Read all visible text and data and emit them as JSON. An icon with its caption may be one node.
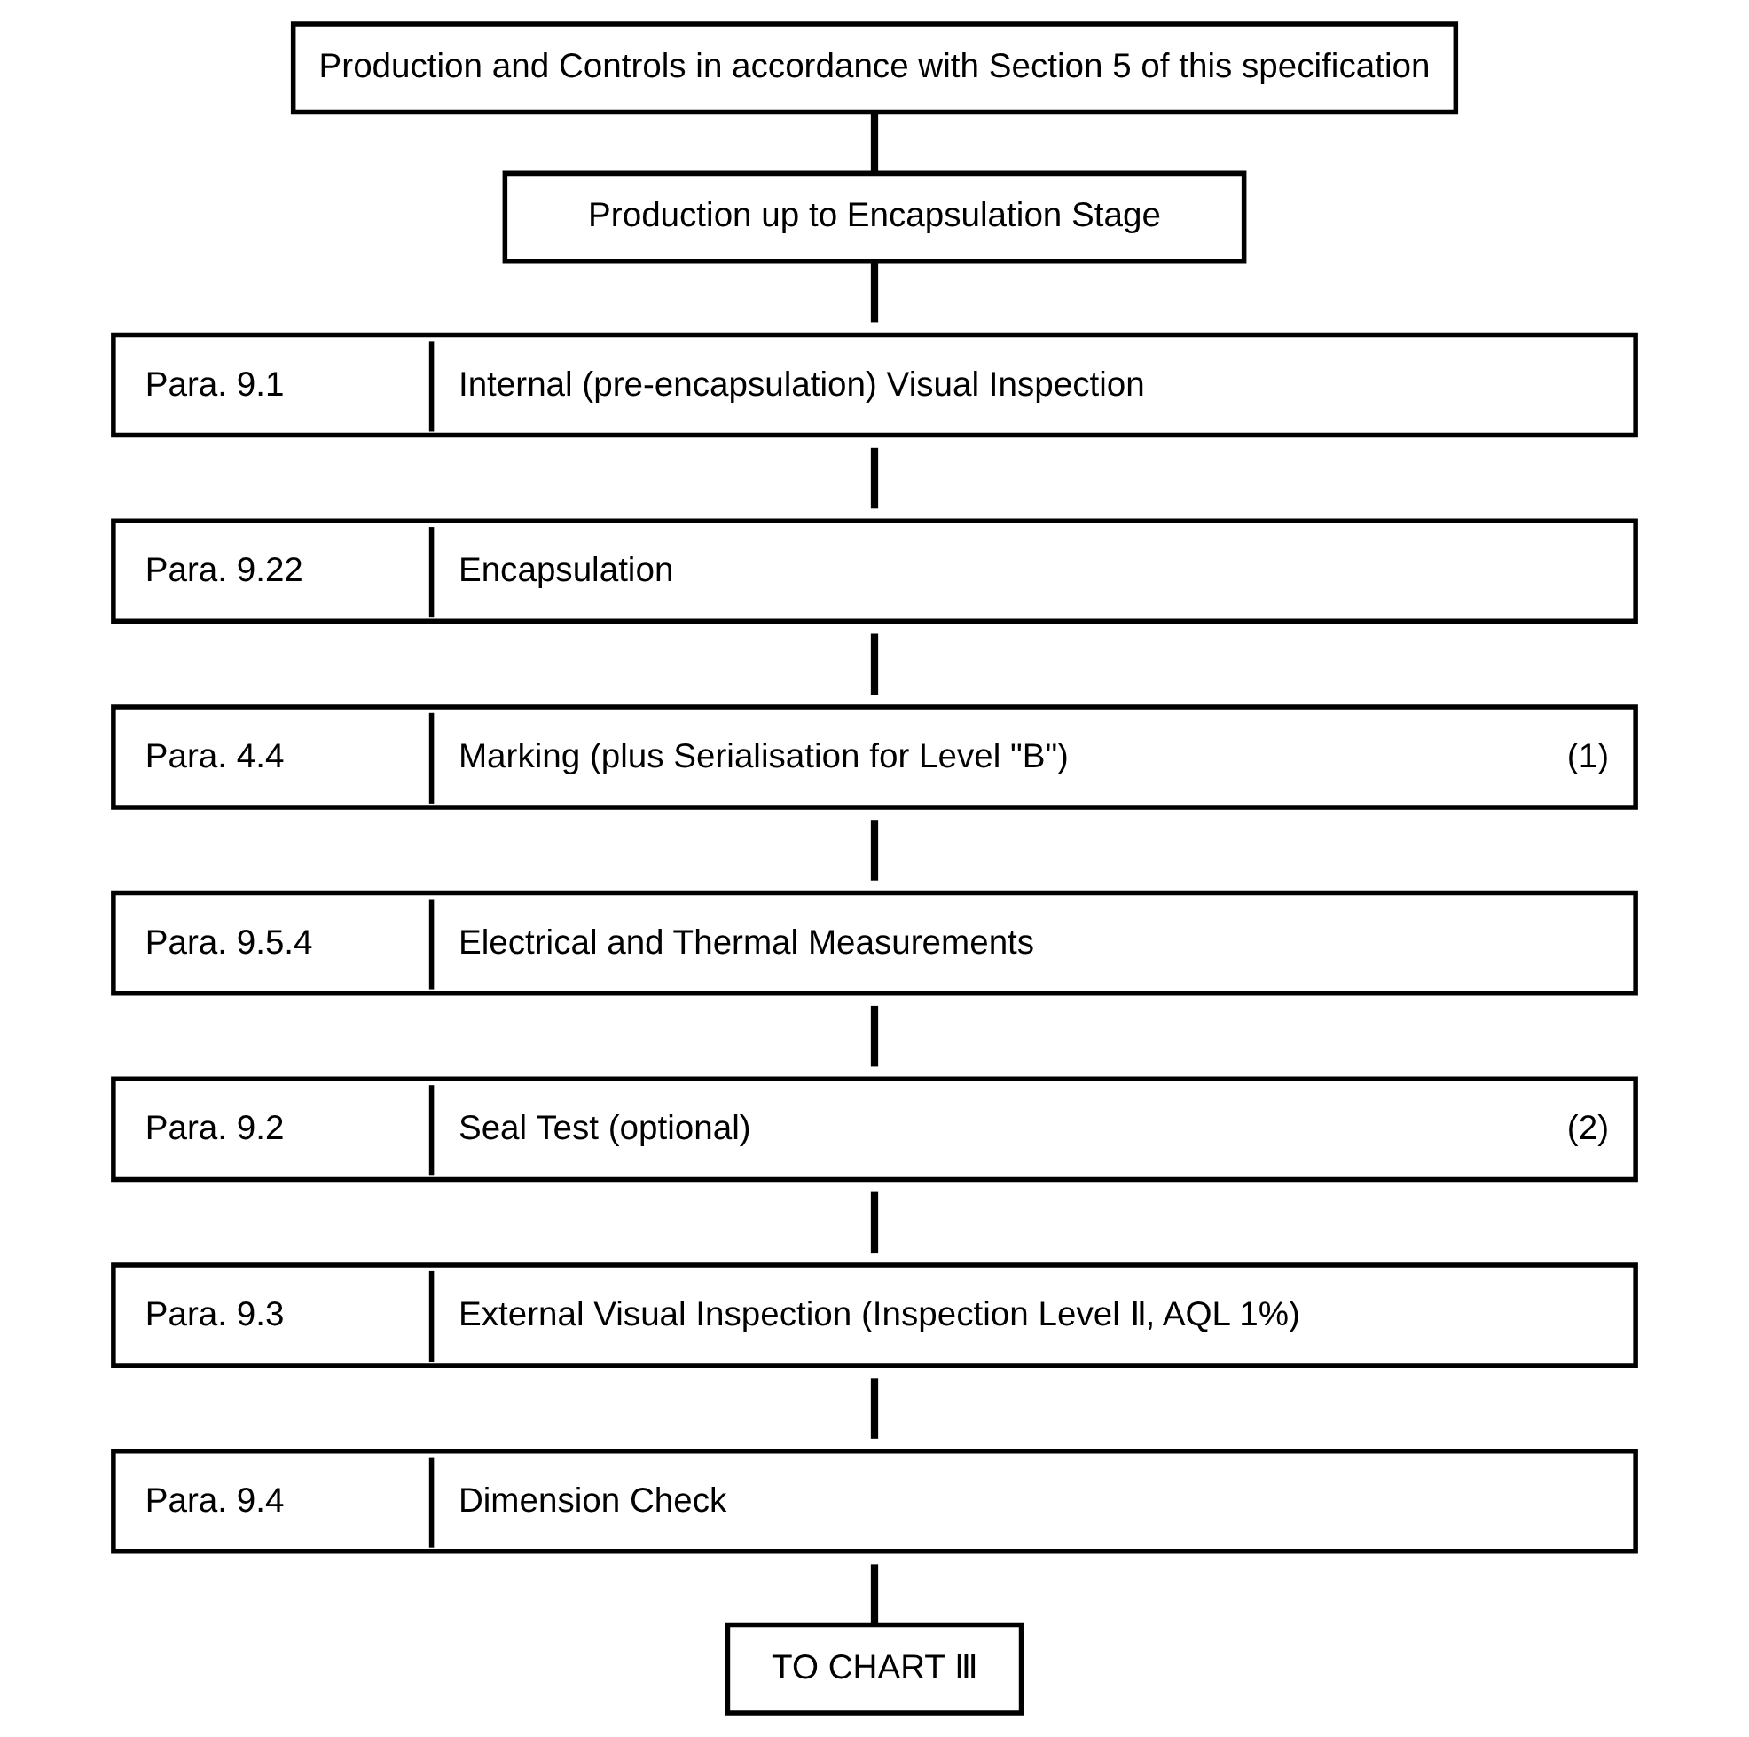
{
  "diagram": {
    "nodes": [
      {
        "text": [
          "Production and Controls in accordance with Section 5 of this specification"
        ]
      },
      {
        "text": [
          "Production up to Encapsulation Stage"
        ]
      },
      {
        "text": [
          "Para. 9.1",
          "Internal (pre-encapsulation) Visual Inspection"
        ]
      },
      {
        "text": [
          "Para. 9.22",
          "Encapsulation"
        ]
      },
      {
        "text": [
          "Para. 4.4",
          "Marking (plus Serialisation for Level \"B\")",
          "(1)"
        ]
      },
      {
        "text": [
          "Para. 9.5.4",
          "Electrical and Thermal Measurements"
        ]
      },
      {
        "text": [
          "Para. 9.2",
          "Seal Test (optional)",
          "(2)"
        ]
      },
      {
        "text": [
          "Para. 9.3",
          "External Visual Inspection (Inspection Level Ⅱ, AQL 1%)"
        ]
      },
      {
        "text": [
          "Para. 9.4",
          "Dimension Check"
        ]
      },
      {
        "text": [
          "TO CHART Ⅲ"
        ]
      }
    ],
    "edges": [
      {
        "from": 0,
        "to": 1,
        "arrow": "none"
      },
      {
        "from": 1,
        "to": 2,
        "arrow": "none"
      },
      {
        "from": 2,
        "to": 3,
        "arrow": "none"
      },
      {
        "from": 3,
        "to": 4,
        "arrow": "none"
      },
      {
        "from": 4,
        "to": 5,
        "arrow": "none"
      },
      {
        "from": 5,
        "to": 6,
        "arrow": "none"
      },
      {
        "from": 6,
        "to": 7,
        "arrow": "none"
      },
      {
        "from": 7,
        "to": 8,
        "arrow": "none"
      },
      {
        "from": 8,
        "to": 9,
        "arrow": "none"
      }
    ]
  }
}
